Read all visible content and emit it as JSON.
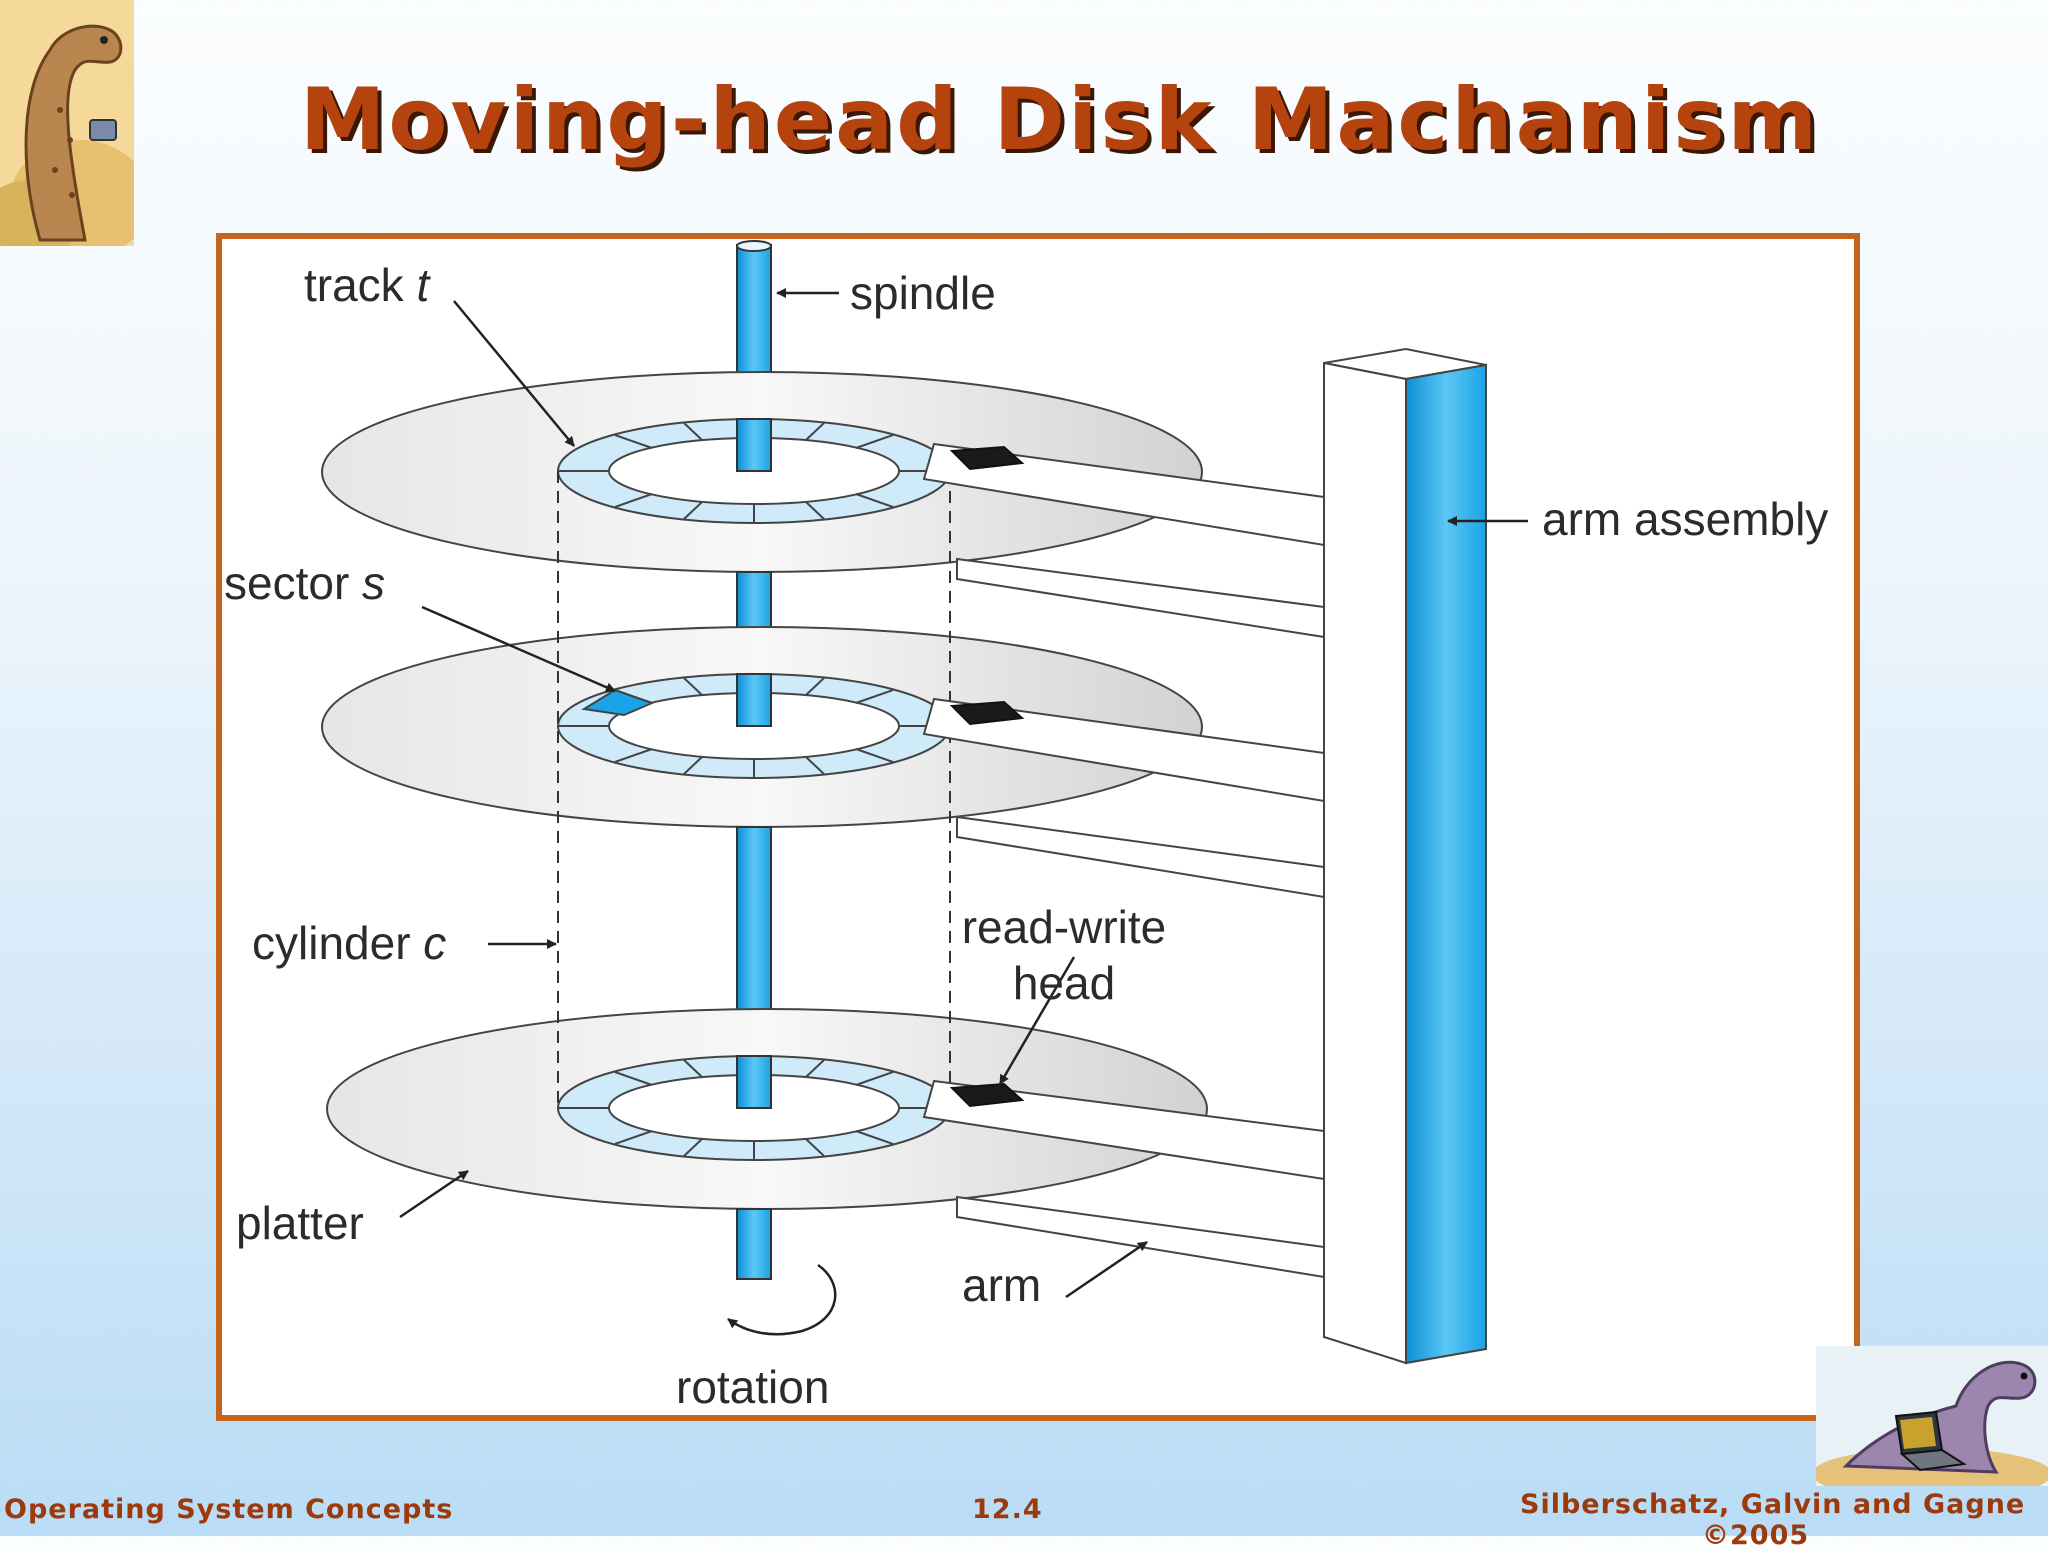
{
  "slide": {
    "title": "Moving-head Disk Machanism"
  },
  "diagram": {
    "labels": {
      "track": "track",
      "track_var": "t",
      "spindle": "spindle",
      "arm_assembly": "arm assembly",
      "sector": "sector",
      "sector_var": "s",
      "cylinder": "cylinder",
      "cylinder_var": "c",
      "read_write_1": "read-write",
      "read_write_2": "head",
      "platter": "platter",
      "arm": "arm",
      "rotation": "rotation"
    },
    "colors": {
      "accent_blue": "#1aa3e6",
      "light_blue": "#cfeaf8",
      "frame": "#c4651b"
    }
  },
  "footer": {
    "left": "Operating System Concepts",
    "center": "12.4",
    "right": "Silberschatz, Galvin and Gagne",
    "right_line2": "©2005"
  },
  "icons": [
    "dinosaur-logo-icon",
    "dinosaur-laptop-icon"
  ]
}
